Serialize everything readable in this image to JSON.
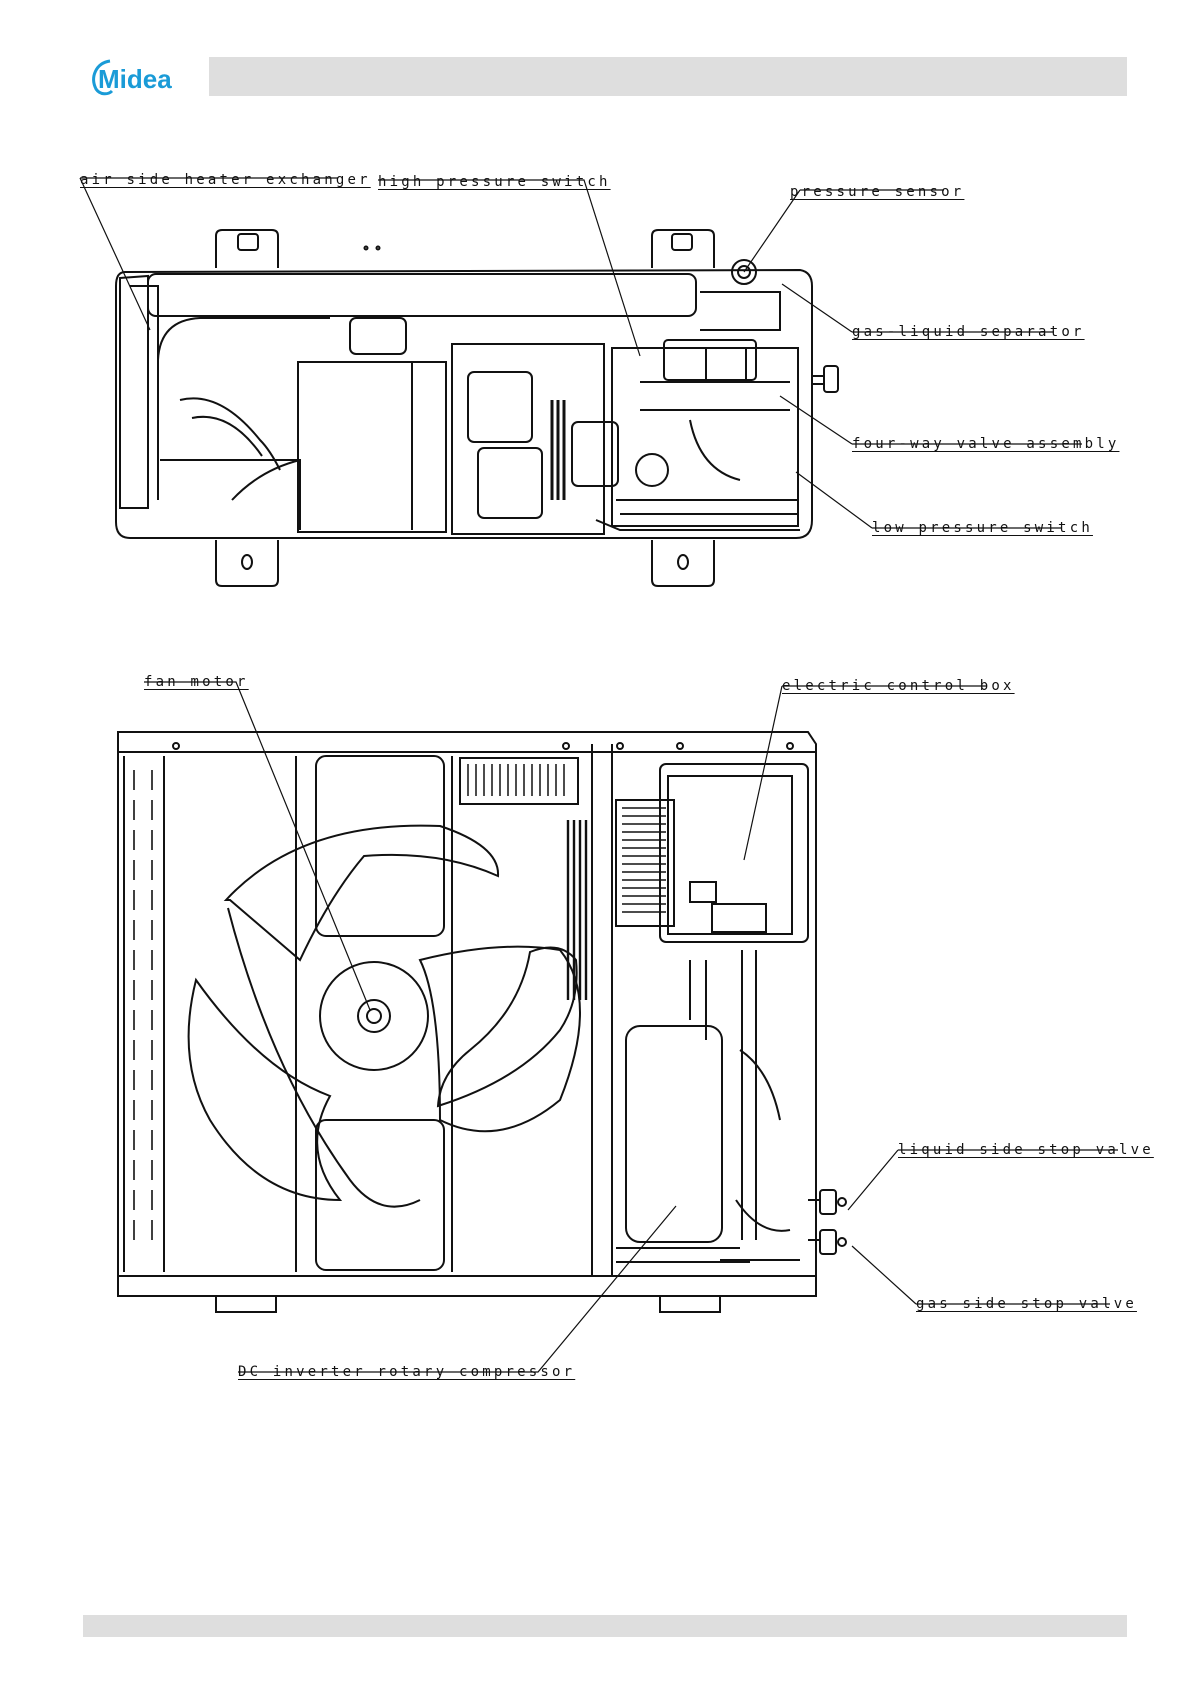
{
  "header": {
    "brand": "Midea",
    "brand_color": "#1a9bd7"
  },
  "labels": {
    "air_side_heater_exchanger": "air side heater exchanger",
    "high_pressure_switch": "high pressure switch",
    "pressure_sensor": "pressure sensor",
    "gas_liquid_separator": "gas-liquid separator",
    "four_way_valve_assembly": "four-way valve assembly",
    "low_pressure_switch": "low pressure switch",
    "fan_motor": "fan motor",
    "electric_control_box": "electric control box",
    "liquid_side_stop_valve": "liquid side stop valve",
    "gas_side_stop_valve": "gas side stop valve",
    "dc_inverter_rotary_compressor": "DC inverter rotary compressor"
  }
}
